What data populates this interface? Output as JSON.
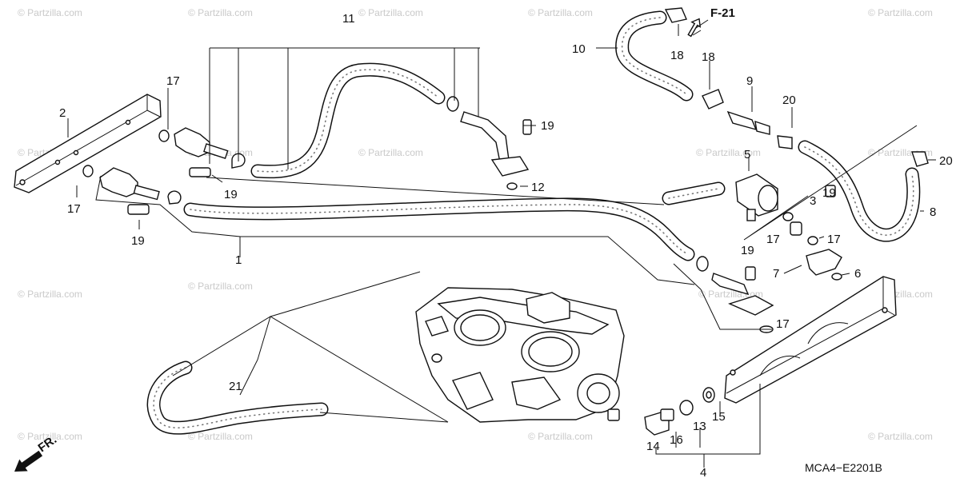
{
  "diagram": {
    "code": "MCA4−E2201B",
    "ref": "F-21",
    "direction": "FR.",
    "watermark": "© Partzilla.com",
    "callouts": {
      "c1": "1",
      "c2": "2",
      "c3": "3",
      "c4": "4",
      "c5": "5",
      "c6": "6",
      "c7": "7",
      "c8": "8",
      "c9": "9",
      "c10": "10",
      "c11": "11",
      "c12": "12",
      "c13": "13",
      "c14": "14",
      "c15": "15",
      "c16": "16",
      "c17": "17",
      "c18": "18",
      "c19": "19",
      "c20": "20",
      "c21": "21"
    }
  }
}
